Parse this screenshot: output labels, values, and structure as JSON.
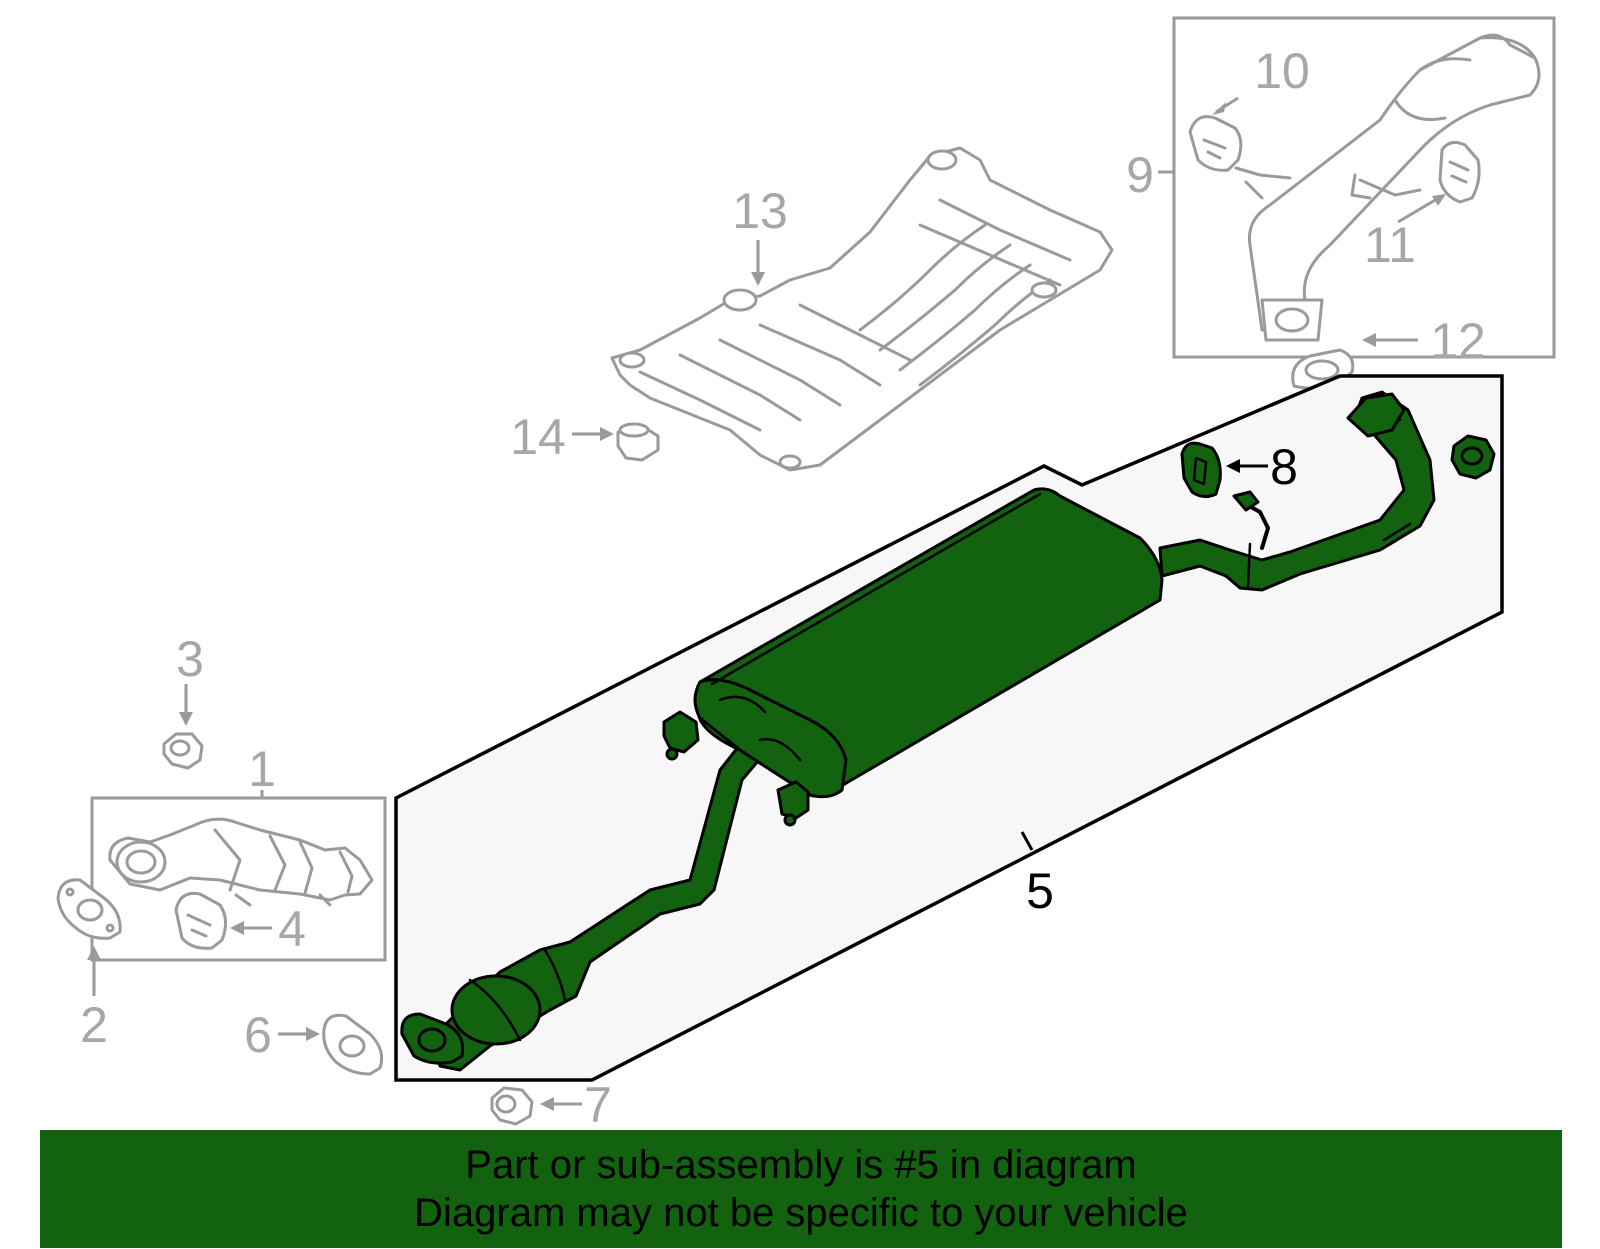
{
  "callouts": {
    "c1": "1",
    "c2": "2",
    "c3": "3",
    "c4": "4",
    "c5": "5",
    "c6": "6",
    "c7": "7",
    "c8": "8",
    "c9": "9",
    "c10": "10",
    "c11": "11",
    "c12": "12",
    "c13": "13",
    "c14": "14"
  },
  "highlight_part": "5",
  "colors": {
    "highlight": "#12620f",
    "inactive_line": "#9a9a9a",
    "inactive_label": "#a7a7a7"
  },
  "banner": {
    "line1": "Part or sub-assembly is #5 in diagram",
    "line2": "Diagram may not be specific to your vehicle"
  }
}
